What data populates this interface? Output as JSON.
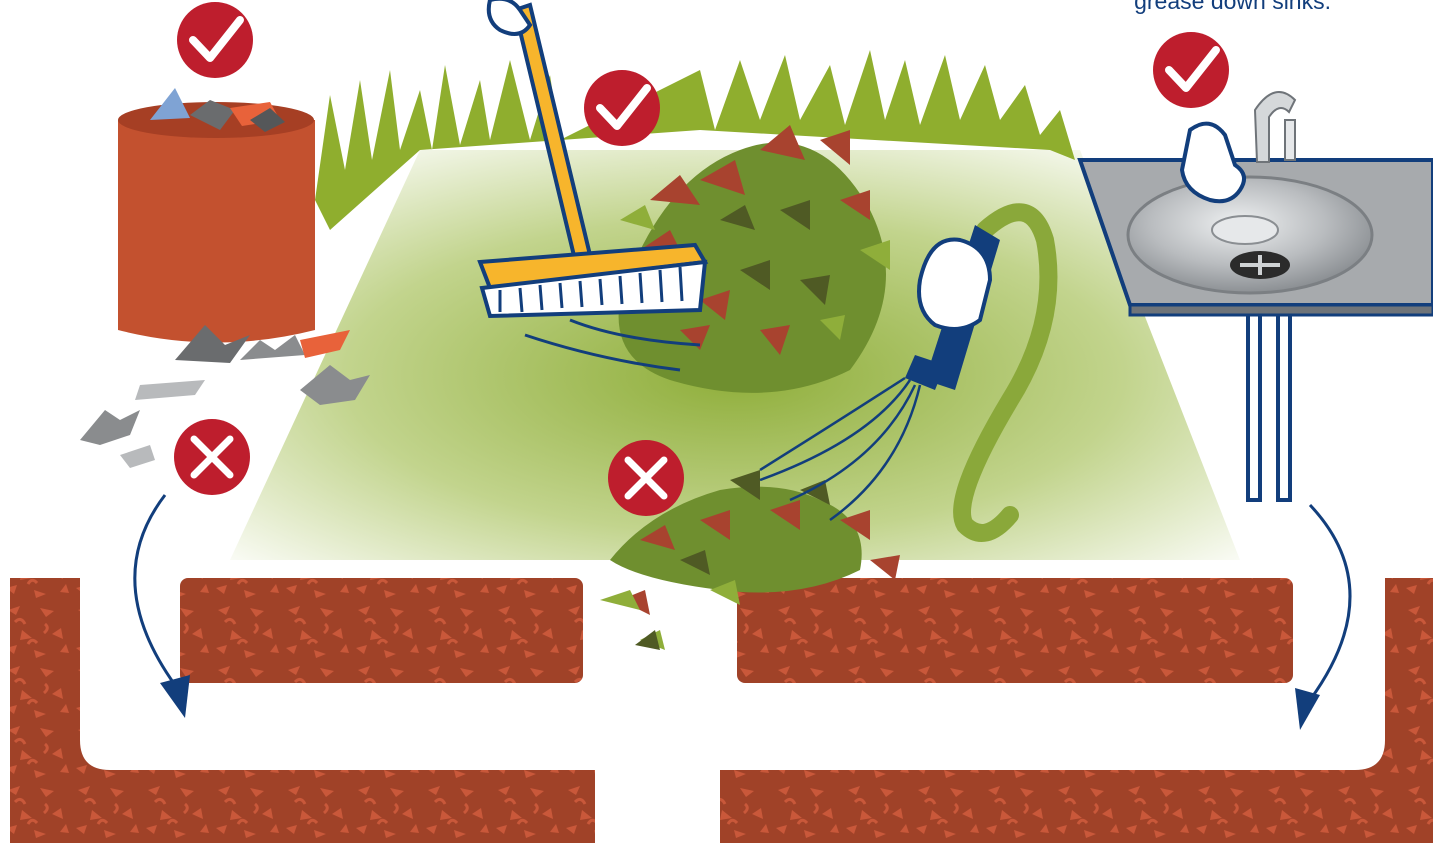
{
  "caption_text": "grease down sinks.",
  "colors": {
    "check_red": "#be1e2d",
    "navy": "#123e7c",
    "soil": "#a04228",
    "soil_fleck": "#c9583a",
    "grass": "#8fae2e",
    "lawn": "#b9cc7e",
    "leaf_green": "#6f8f2f",
    "leaf_dark": "#4f5a24",
    "leaf_red": "#a8432f",
    "broom_yellow": "#f7b52c",
    "bin_orange": "#c3512f",
    "sink_gray": "#a7aaad",
    "hose_green": "#8aa83a"
  },
  "marks": [
    {
      "id": "bin-check",
      "type": "check"
    },
    {
      "id": "broom-check",
      "type": "check"
    },
    {
      "id": "sink-check",
      "type": "check"
    },
    {
      "id": "litter-x",
      "type": "x"
    },
    {
      "id": "hose-x",
      "type": "x"
    }
  ]
}
